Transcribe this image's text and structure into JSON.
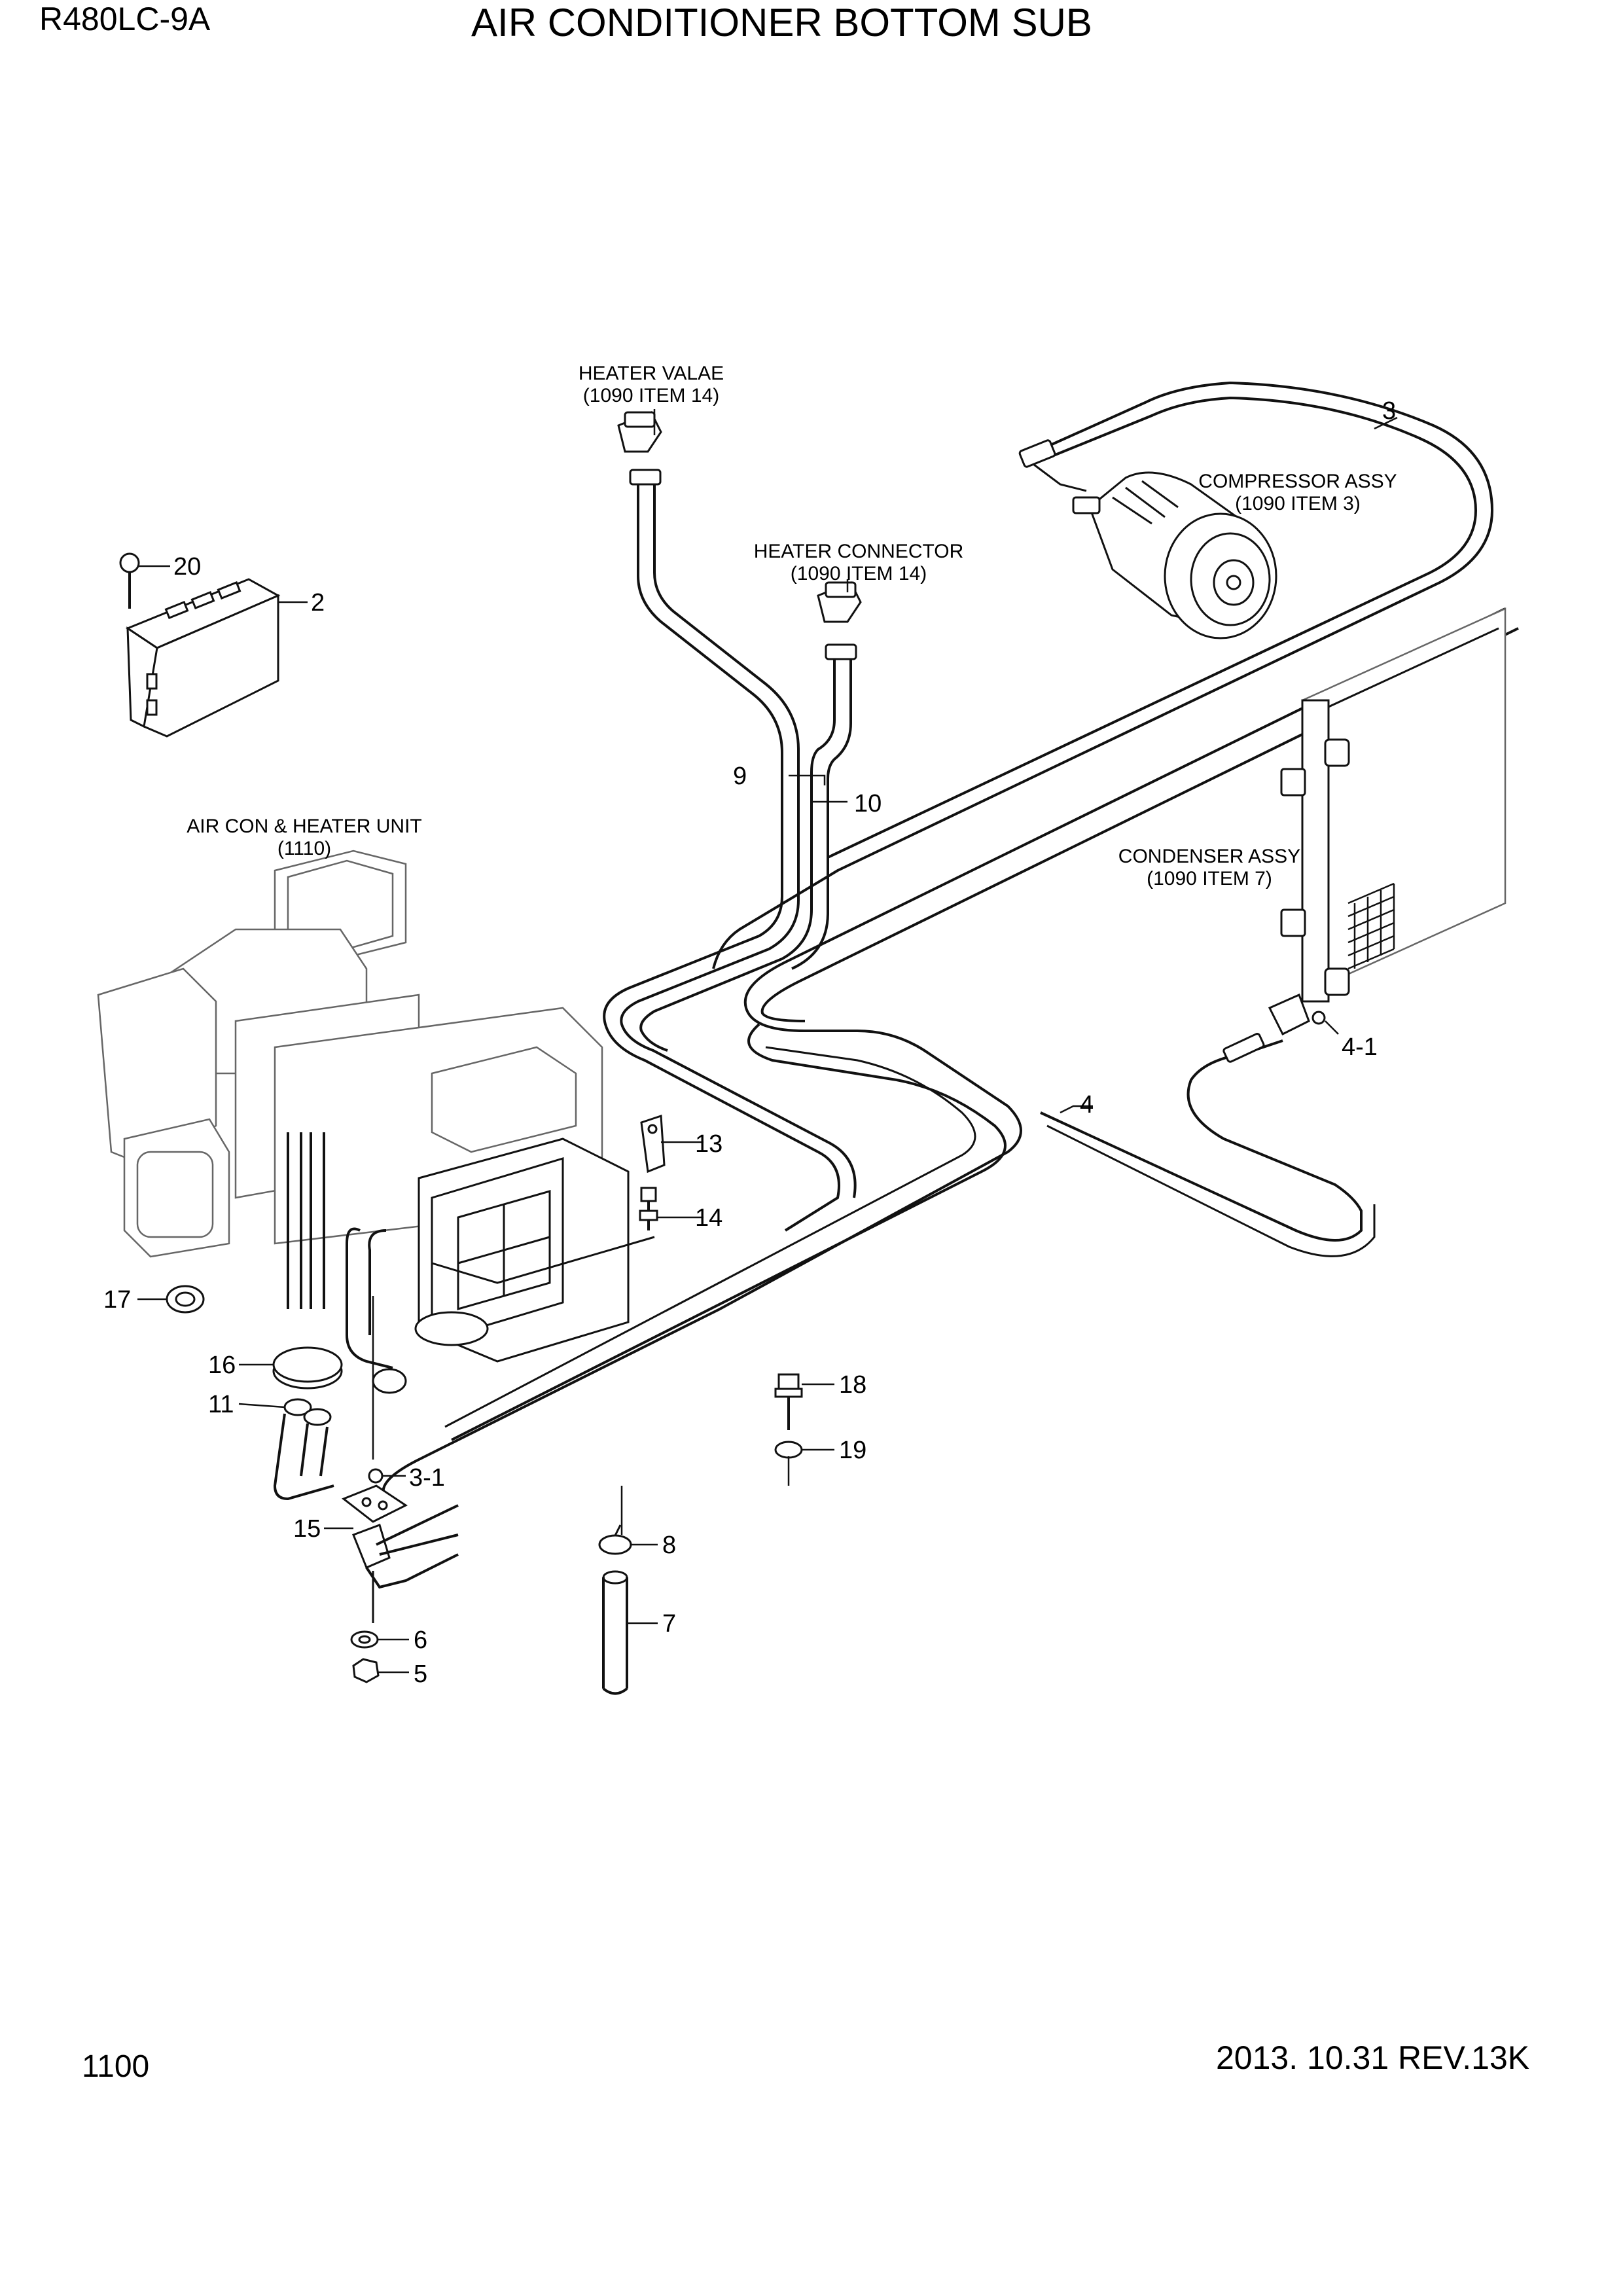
{
  "header": {
    "model": "R480LC-9A",
    "title": "AIR CONDITIONER BOTTOM SUB"
  },
  "footer": {
    "page_number": "1100",
    "revision": "2013. 10.31  REV.13K"
  },
  "assemblies": {
    "heater_valve": {
      "name": "HEATER VALAE",
      "ref": "(1090 ITEM 14)"
    },
    "heater_connector": {
      "name": "HEATER CONNECTOR",
      "ref": "(1090 ITEM 14)"
    },
    "compressor": {
      "name": "COMPRESSOR ASSY",
      "ref": "(1090 ITEM 3)"
    },
    "aircon_heater_unit": {
      "name": "AIR CON & HEATER UNIT",
      "ref": "(1110)"
    },
    "condenser": {
      "name": "CONDENSER ASSY",
      "ref": "(1090 ITEM 7)"
    }
  },
  "callouts": {
    "c2": "2",
    "c3": "3",
    "c3_1": "3-1",
    "c4": "4",
    "c4_1": "4-1",
    "c5": "5",
    "c6": "6",
    "c7": "7",
    "c8": "8",
    "c9": "9",
    "c10": "10",
    "c11": "11",
    "c13": "13",
    "c14": "14",
    "c15": "15",
    "c16": "16",
    "c17": "17",
    "c18": "18",
    "c19": "19",
    "c20": "20"
  }
}
